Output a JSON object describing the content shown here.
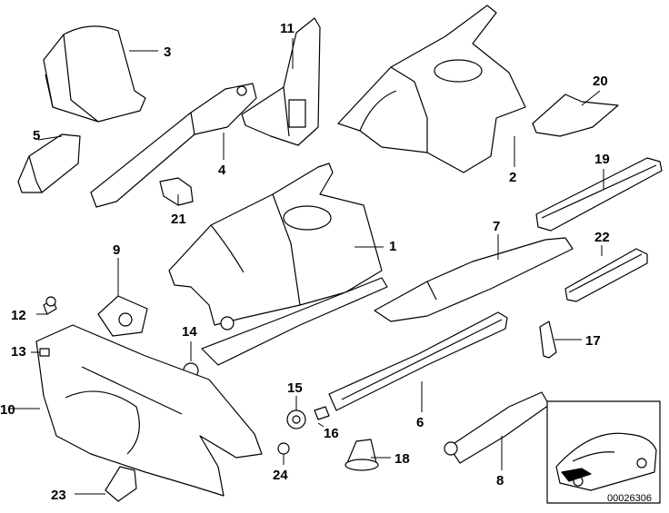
{
  "diagram": {
    "reference_number": "00026306",
    "callouts": [
      "1",
      "2",
      "3",
      "4",
      "5",
      "6",
      "7",
      "8",
      "9",
      "10",
      "11",
      "12",
      "13",
      "14",
      "15",
      "16",
      "17",
      "18",
      "19",
      "20",
      "21",
      "22",
      "23",
      "24"
    ]
  }
}
